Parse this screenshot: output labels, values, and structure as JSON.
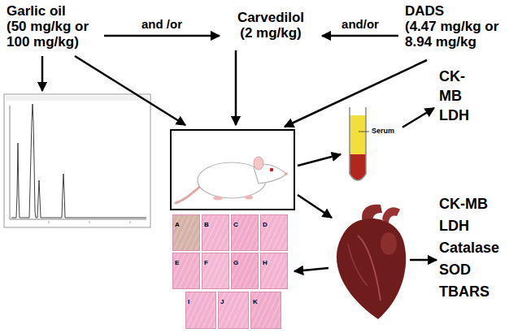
{
  "diagram": {
    "nodes": [
      {
        "text": [
          "Garlic oil",
          "(50 mg/kg or 100 mg/kg)"
        ]
      },
      {
        "text": [
          "Carvedilol",
          "(2 mg/kg)"
        ]
      },
      {
        "text": [
          "DADS",
          "(4.47 mg/kg or 8.94 mg/kg"
        ]
      },
      {
        "text": [
          "Serum"
        ]
      },
      {
        "text": [
          "CK-MB LDH"
        ]
      },
      {
        "text": [
          "CK-MB LDH Catalase SOD TBARS"
        ]
      },
      {
        "text": [
          "A"
        ]
      },
      {
        "text": [
          "B"
        ]
      },
      {
        "text": [
          "C"
        ]
      },
      {
        "text": [
          "D"
        ]
      },
      {
        "text": [
          "E"
        ]
      },
      {
        "text": [
          "F"
        ]
      },
      {
        "text": [
          "G"
        ]
      },
      {
        "text": [
          "H"
        ]
      },
      {
        "text": [
          "I"
        ]
      },
      {
        "text": [
          "J"
        ]
      },
      {
        "text": [
          "K"
        ]
      }
    ],
    "edges": [
      {
        "from": 0,
        "to": 1,
        "label": "and /or",
        "arrow": "to"
      },
      {
        "from": 2,
        "to": 1,
        "label": "and/or",
        "arrow": "to"
      },
      {
        "from": 3,
        "to": 4,
        "arrow": "to"
      }
    ]
  }
}
